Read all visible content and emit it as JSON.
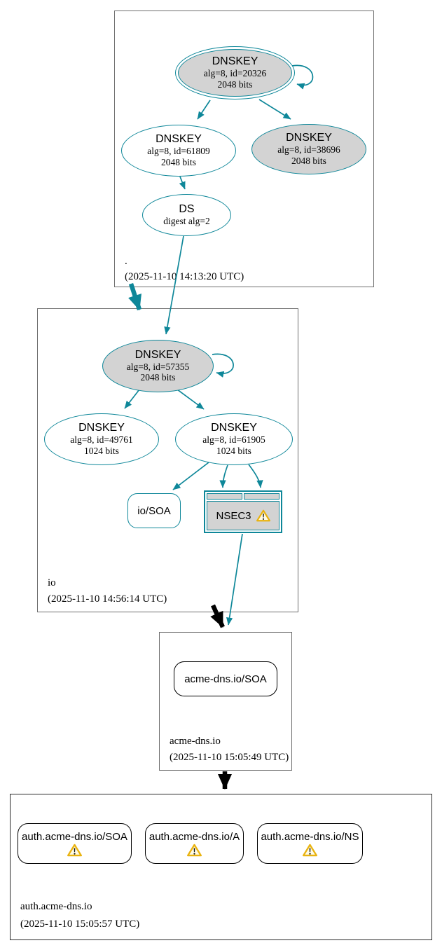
{
  "colors": {
    "edge_teal": "#0e8799",
    "node_fill_gray": "#d3d3d3",
    "insecure_black": "#000000",
    "warning_yellow": "#f5c518"
  },
  "zones": {
    "root": {
      "name": ".",
      "timestamp": "(2025-11-10 14:13:20 UTC)"
    },
    "io": {
      "name": "io",
      "timestamp": "(2025-11-10 14:56:14 UTC)"
    },
    "acme": {
      "name": "acme-dns.io",
      "timestamp": "(2025-11-10 15:05:49 UTC)"
    },
    "auth": {
      "name": "auth.acme-dns.io",
      "timestamp": "(2025-11-10 15:05:57 UTC)"
    }
  },
  "nodes": {
    "root_ksk": {
      "title": "DNSKEY",
      "alg": "alg=8, id=20326",
      "bits": "2048 bits"
    },
    "root_zsk": {
      "title": "DNSKEY",
      "alg": "alg=8, id=61809",
      "bits": "2048 bits"
    },
    "root_key2": {
      "title": "DNSKEY",
      "alg": "alg=8, id=38696",
      "bits": "2048 bits"
    },
    "root_ds": {
      "title": "DS",
      "alg": "digest alg=2"
    },
    "io_ksk": {
      "title": "DNSKEY",
      "alg": "alg=8, id=57355",
      "bits": "2048 bits"
    },
    "io_zsk1": {
      "title": "DNSKEY",
      "alg": "alg=8, id=49761",
      "bits": "1024 bits"
    },
    "io_zsk2": {
      "title": "DNSKEY",
      "alg": "alg=8, id=61905",
      "bits": "1024 bits"
    },
    "io_soa": {
      "label": "io/SOA"
    },
    "io_nsec3": {
      "label": "NSEC3"
    },
    "acme_soa": {
      "label": "acme-dns.io/SOA"
    },
    "auth_soa": {
      "label": "auth.acme-dns.io/SOA"
    },
    "auth_a": {
      "label": "auth.acme-dns.io/A"
    },
    "auth_ns": {
      "label": "auth.acme-dns.io/NS"
    }
  }
}
